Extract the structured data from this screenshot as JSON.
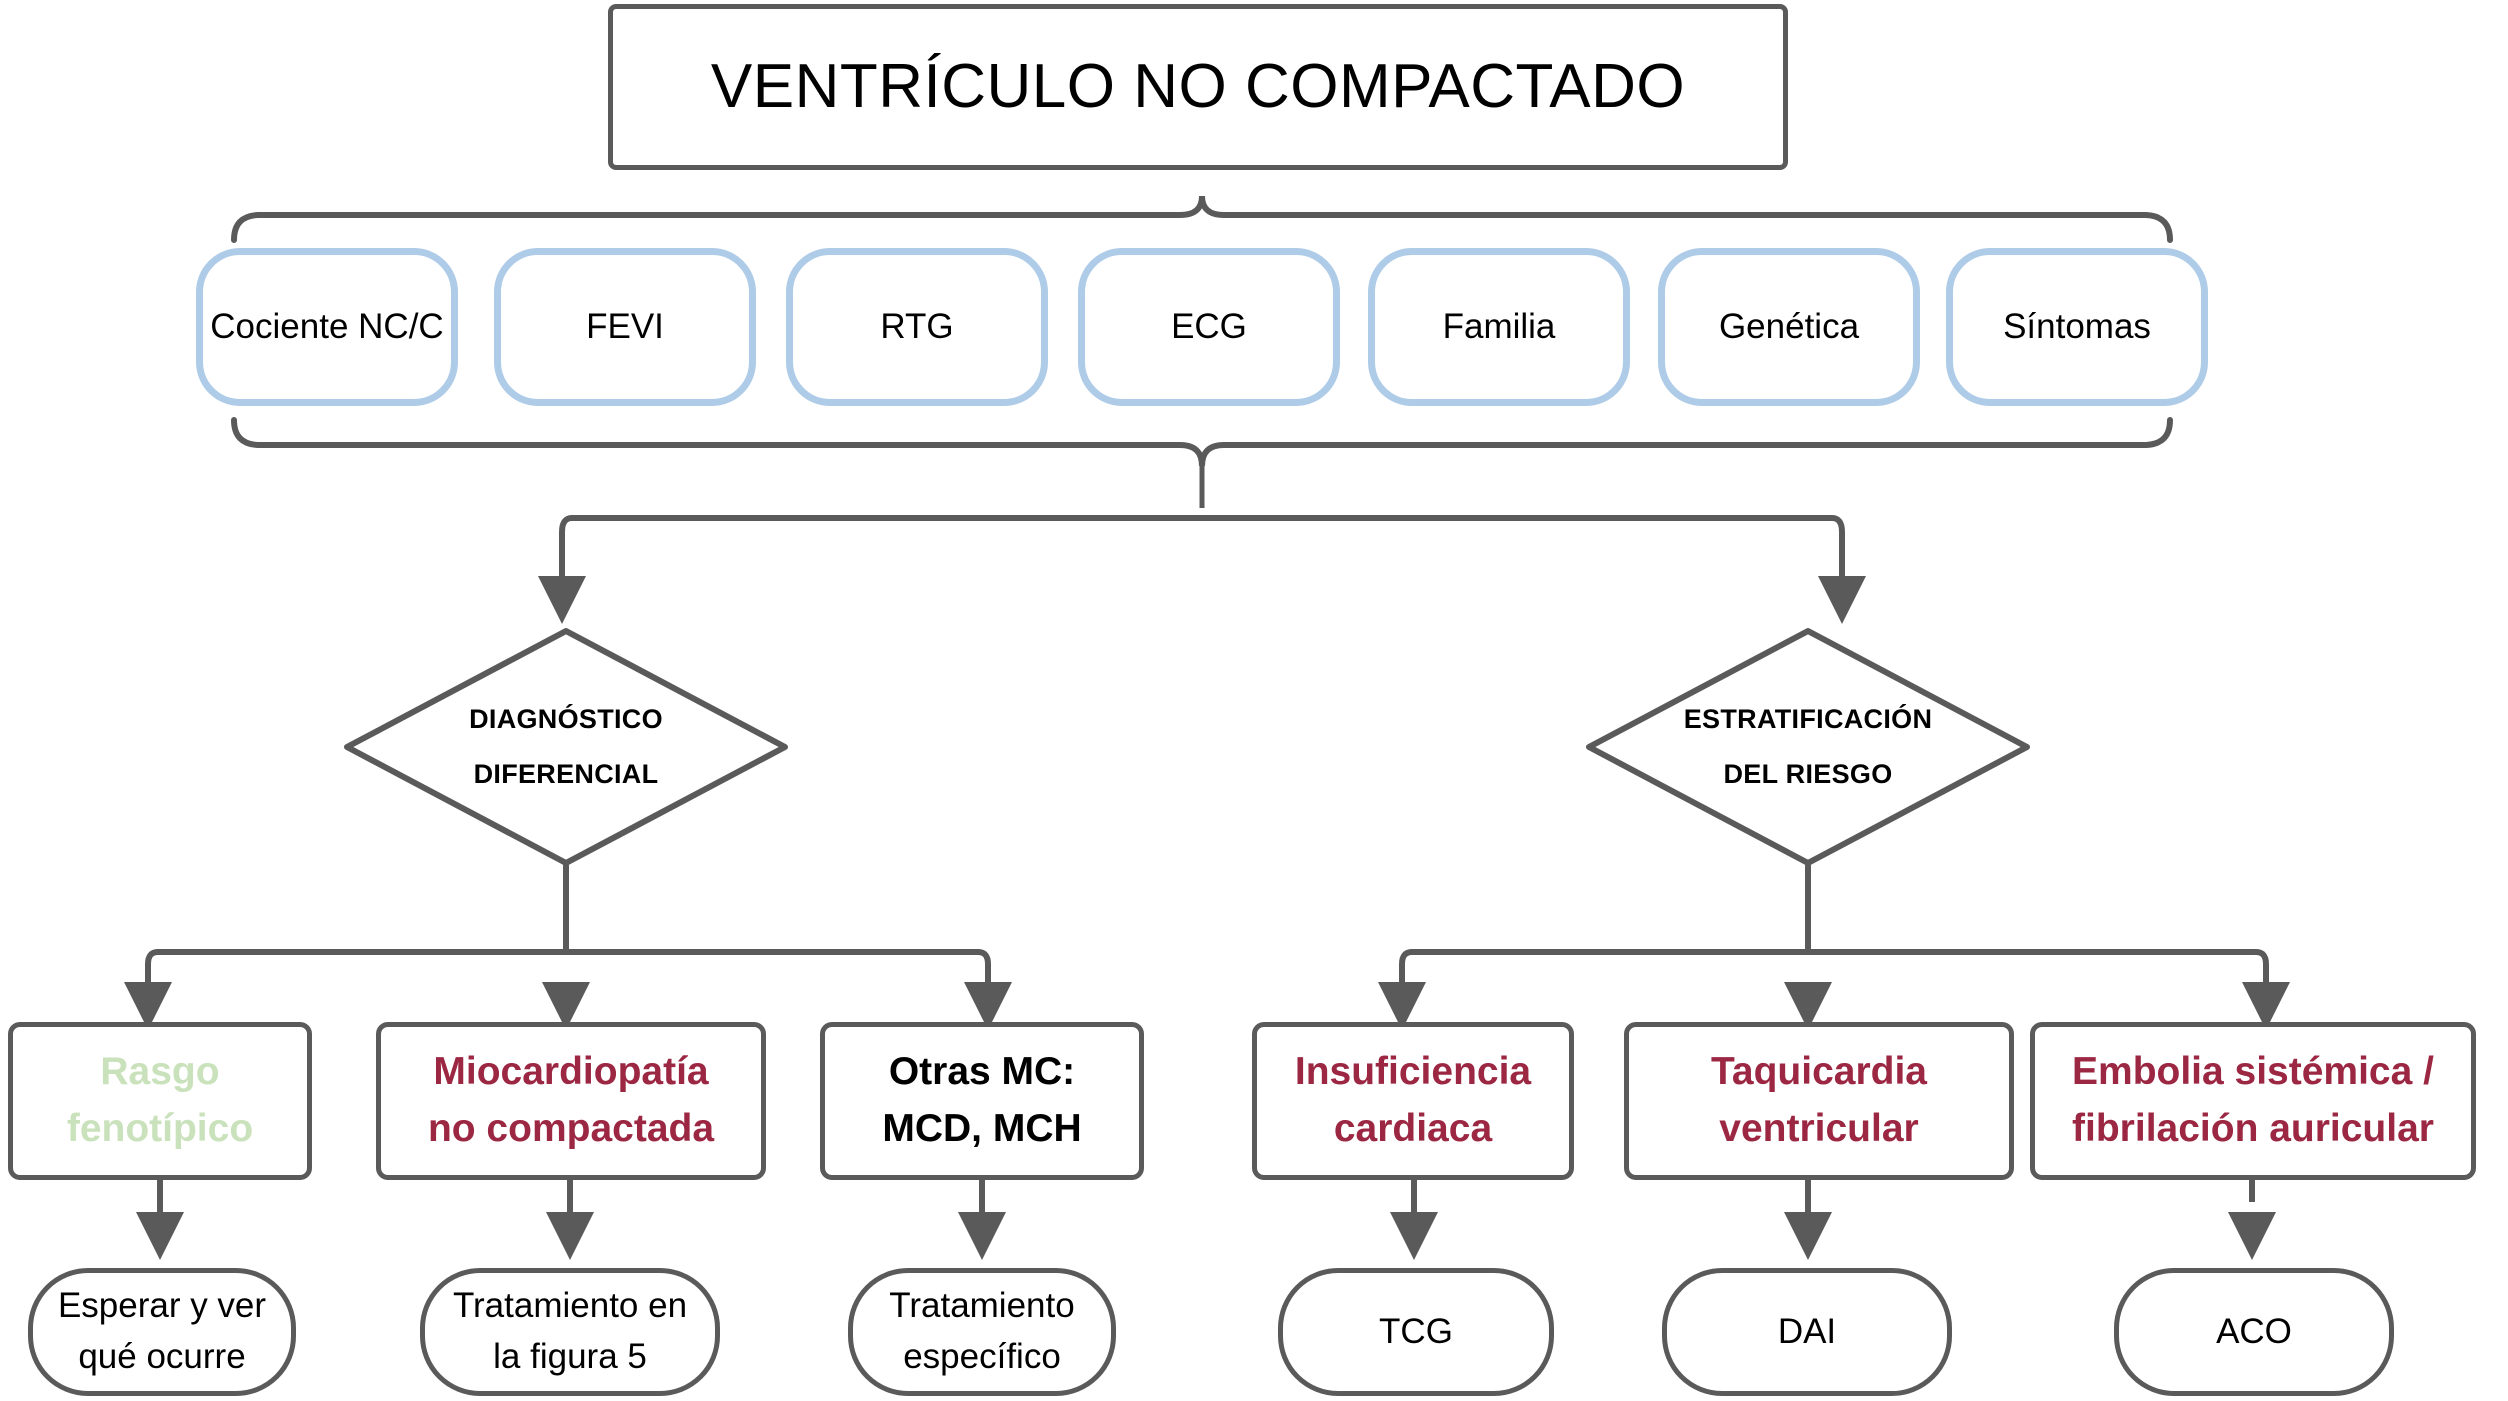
{
  "diagram": {
    "title": "VENTRÍCULO NO COMPACTADO",
    "colors": {
      "stroke": "#5a5a5a",
      "criteria_border": "#aecbe8",
      "red_text": "#9c2743",
      "green_text": "#c9e2bc",
      "black_text": "#000000",
      "background": "#ffffff"
    },
    "criteria": [
      {
        "label": "Cociente NC/C"
      },
      {
        "label": "FEVI"
      },
      {
        "label": "RTG"
      },
      {
        "label": "ECG"
      },
      {
        "label": "Familia"
      },
      {
        "label": "Genética"
      },
      {
        "label": "Síntomas"
      }
    ],
    "decisions": [
      {
        "line1": "DIAGNÓSTICO",
        "line2": "DIFERENCIAL"
      },
      {
        "line1": "ESTRATIFICACIÓN",
        "line2": "DEL RIESGO"
      }
    ],
    "outcomes": [
      {
        "line1": "Rasgo",
        "line2": "fenotípico",
        "color": "green"
      },
      {
        "line1": "Miocardiopatía",
        "line2": "no compactada",
        "color": "red"
      },
      {
        "line1": "Otras MC:",
        "line2": "MCD, MCH",
        "color": "black"
      },
      {
        "line1": "Insuficiencia",
        "line2": "cardiaca",
        "color": "red"
      },
      {
        "line1": "Taquicardia",
        "line2": "ventricular",
        "color": "red"
      },
      {
        "line1": "Embolia sistémica /",
        "line2": "fibrilación auricular",
        "color": "red"
      }
    ],
    "treatments": [
      {
        "line1": "Esperar y ver",
        "line2": "qué ocurre"
      },
      {
        "line1": "Tratamiento en",
        "line2": "la figura 5"
      },
      {
        "line1": "Tratamiento",
        "line2": "específico"
      },
      {
        "line1": "TCG",
        "line2": ""
      },
      {
        "line1": "DAI",
        "line2": ""
      },
      {
        "line1": "ACO",
        "line2": ""
      }
    ]
  }
}
